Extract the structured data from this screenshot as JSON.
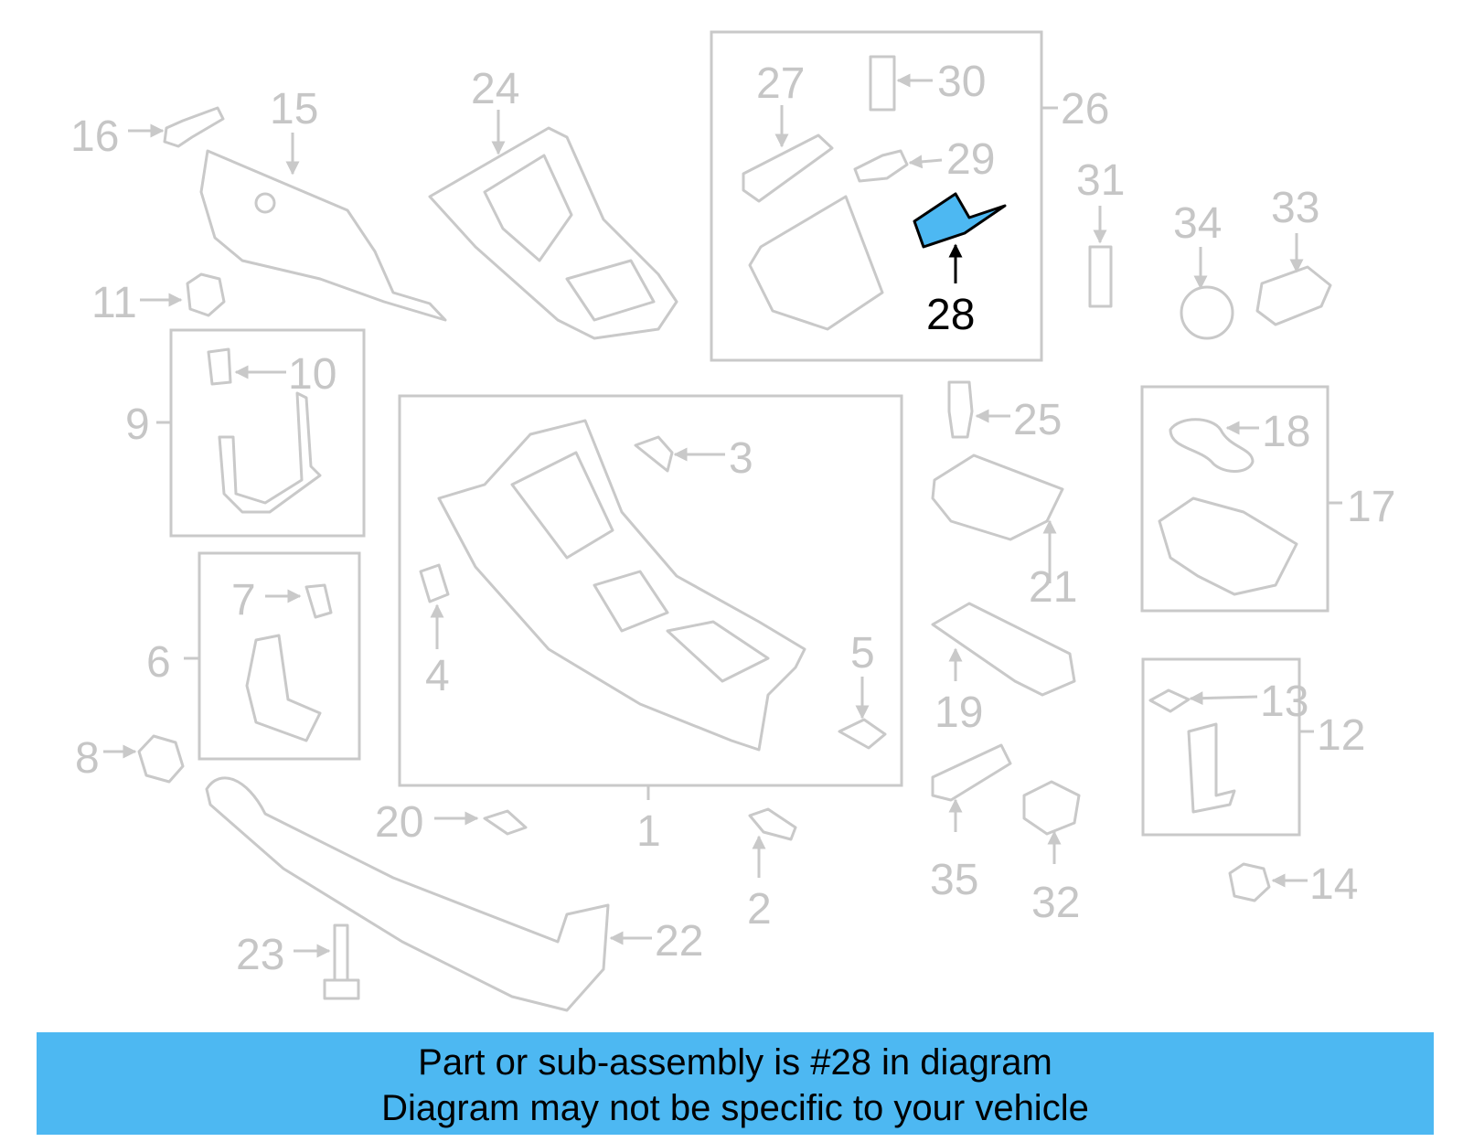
{
  "diagram": {
    "highlighted_part": "28",
    "highlight_color": "#4db8f2",
    "part_labels": [
      "1",
      "2",
      "3",
      "4",
      "5",
      "6",
      "7",
      "8",
      "9",
      "10",
      "11",
      "12",
      "13",
      "14",
      "15",
      "16",
      "17",
      "18",
      "19",
      "20",
      "21",
      "22",
      "23",
      "24",
      "25",
      "26",
      "27",
      "28",
      "29",
      "30",
      "31",
      "32",
      "33",
      "34",
      "35"
    ]
  },
  "banner": {
    "line1": "Part or sub-assembly is #28 in diagram",
    "line2": "Diagram may not be specific to your vehicle",
    "background": "#4db8f2"
  }
}
